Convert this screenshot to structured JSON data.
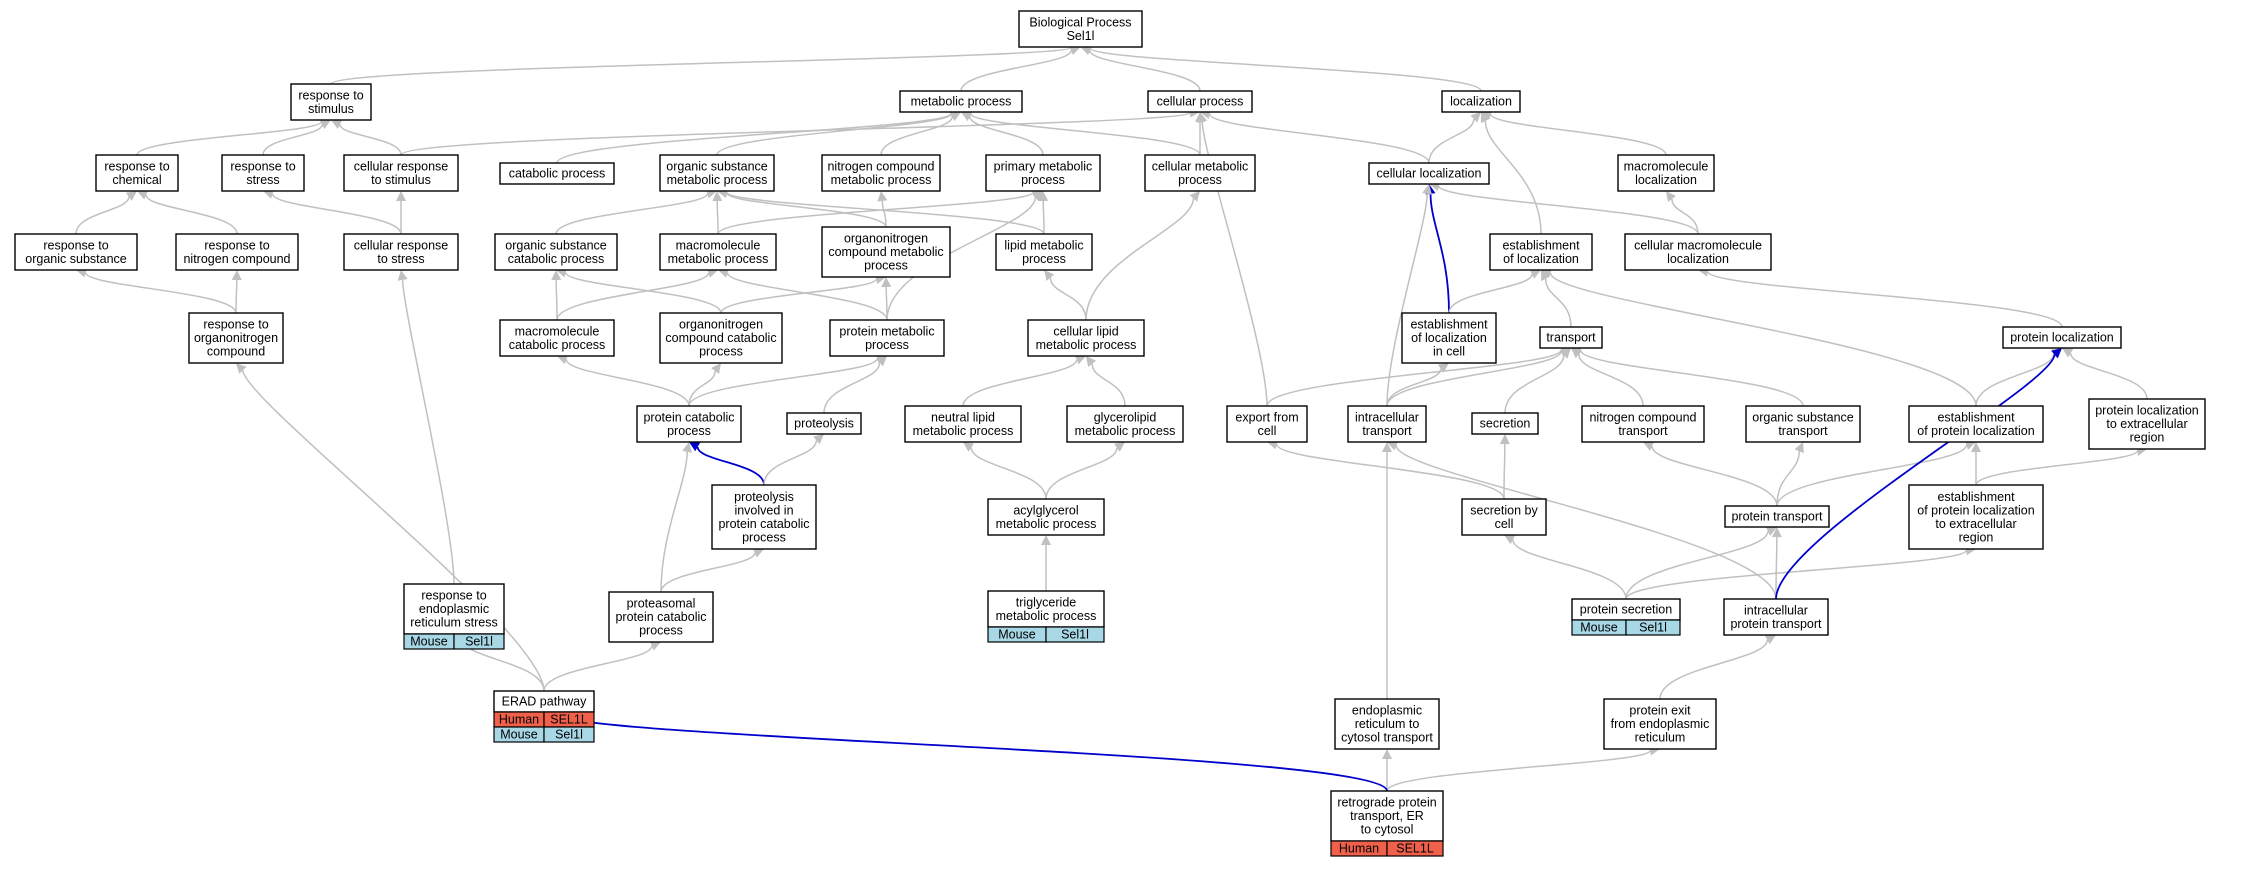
{
  "colors": {
    "human": "#f0604a",
    "mouse": "#a8d8e6",
    "edge": "#c0c0c0",
    "highlight_edge": "#0000cc"
  },
  "nodes": [
    {
      "id": "bp",
      "lines": [
        "Biological Process",
        "Sel1l"
      ]
    },
    {
      "id": "resp_stim",
      "lines": [
        "response to",
        "stimulus"
      ]
    },
    {
      "id": "metab",
      "lines": [
        "metabolic process"
      ]
    },
    {
      "id": "cellproc",
      "lines": [
        "cellular process"
      ]
    },
    {
      "id": "loc",
      "lines": [
        "localization"
      ]
    },
    {
      "id": "resp_chem",
      "lines": [
        "response to",
        "chemical"
      ]
    },
    {
      "id": "resp_stress",
      "lines": [
        "response to",
        "stress"
      ]
    },
    {
      "id": "cell_resp_stim",
      "lines": [
        "cellular response",
        "to stimulus"
      ]
    },
    {
      "id": "catab",
      "lines": [
        "catabolic process"
      ]
    },
    {
      "id": "org_sub_met",
      "lines": [
        "organic substance",
        "metabolic process"
      ]
    },
    {
      "id": "nitro_met",
      "lines": [
        "nitrogen compound",
        "metabolic process"
      ]
    },
    {
      "id": "prim_met",
      "lines": [
        "primary metabolic",
        "process"
      ]
    },
    {
      "id": "cell_met",
      "lines": [
        "cellular metabolic",
        "process"
      ]
    },
    {
      "id": "cell_loc",
      "lines": [
        "cellular localization"
      ]
    },
    {
      "id": "macro_loc",
      "lines": [
        "macromolecule",
        "localization"
      ]
    },
    {
      "id": "resp_org_sub",
      "lines": [
        "response to",
        "organic substance"
      ]
    },
    {
      "id": "resp_nitro",
      "lines": [
        "response to",
        "nitrogen compound"
      ]
    },
    {
      "id": "cell_resp_stress",
      "lines": [
        "cellular response",
        "to stress"
      ]
    },
    {
      "id": "org_sub_cat",
      "lines": [
        "organic substance",
        "catabolic process"
      ]
    },
    {
      "id": "macro_met",
      "lines": [
        "macromolecule",
        "metabolic process"
      ]
    },
    {
      "id": "orgnitro_met",
      "lines": [
        "organonitrogen",
        "compound metabolic",
        "process"
      ]
    },
    {
      "id": "lipid_met",
      "lines": [
        "lipid metabolic",
        "process"
      ]
    },
    {
      "id": "estab_loc",
      "lines": [
        "establishment",
        "of localization"
      ]
    },
    {
      "id": "cell_macro_loc",
      "lines": [
        "cellular macromolecule",
        "localization"
      ]
    },
    {
      "id": "resp_orgnitro",
      "lines": [
        "response to",
        "organonitrogen",
        "compound"
      ]
    },
    {
      "id": "macro_cat",
      "lines": [
        "macromolecule",
        "catabolic process"
      ]
    },
    {
      "id": "orgnitro_cat",
      "lines": [
        "organonitrogen",
        "compound catabolic",
        "process"
      ]
    },
    {
      "id": "prot_met",
      "lines": [
        "protein metabolic",
        "process"
      ]
    },
    {
      "id": "cell_lipid_met",
      "lines": [
        "cellular lipid",
        "metabolic process"
      ]
    },
    {
      "id": "estab_loc_cell",
      "lines": [
        "establishment",
        "of localization",
        "in cell"
      ]
    },
    {
      "id": "transport",
      "lines": [
        "transport"
      ]
    },
    {
      "id": "prot_loc",
      "lines": [
        "protein localization"
      ]
    },
    {
      "id": "prot_cat",
      "lines": [
        "protein catabolic",
        "process"
      ]
    },
    {
      "id": "proteolysis",
      "lines": [
        "proteolysis"
      ]
    },
    {
      "id": "neutral_lipid",
      "lines": [
        "neutral lipid",
        "metabolic process"
      ]
    },
    {
      "id": "glycerolipid",
      "lines": [
        "glycerolipid",
        "metabolic process"
      ]
    },
    {
      "id": "export_cell",
      "lines": [
        "export from",
        "cell"
      ]
    },
    {
      "id": "intracell_trans",
      "lines": [
        "intracellular",
        "transport"
      ]
    },
    {
      "id": "secretion",
      "lines": [
        "secretion"
      ]
    },
    {
      "id": "nitro_trans",
      "lines": [
        "nitrogen compound",
        "transport"
      ]
    },
    {
      "id": "org_sub_trans",
      "lines": [
        "organic substance",
        "transport"
      ]
    },
    {
      "id": "estab_prot_loc",
      "lines": [
        "establishment",
        "of protein localization"
      ]
    },
    {
      "id": "prot_loc_extra",
      "lines": [
        "protein localization",
        "to extracellular",
        "region"
      ]
    },
    {
      "id": "proteolysis_cat",
      "lines": [
        "proteolysis",
        "involved in",
        "protein catabolic",
        "process"
      ]
    },
    {
      "id": "acylglycerol",
      "lines": [
        "acylglycerol",
        "metabolic process"
      ]
    },
    {
      "id": "secr_cell",
      "lines": [
        "secretion by",
        "cell"
      ]
    },
    {
      "id": "prot_trans",
      "lines": [
        "protein transport"
      ]
    },
    {
      "id": "estab_prot_loc_extra",
      "lines": [
        "establishment",
        "of protein localization",
        "to extracellular",
        "region"
      ]
    },
    {
      "id": "resp_er_stress",
      "lines": [
        "response to",
        "endoplasmic",
        "reticulum stress"
      ],
      "tags": [
        [
          "Mouse",
          "Sel1l"
        ]
      ]
    },
    {
      "id": "proteasomal",
      "lines": [
        "proteasomal",
        "protein catabolic",
        "process"
      ]
    },
    {
      "id": "triglyceride",
      "lines": [
        "triglyceride",
        "metabolic process"
      ],
      "tags": [
        [
          "Mouse",
          "Sel1l"
        ]
      ]
    },
    {
      "id": "prot_secretion",
      "lines": [
        "protein secretion"
      ],
      "tags": [
        [
          "Mouse",
          "Sel1l"
        ]
      ]
    },
    {
      "id": "intracell_prot_trans",
      "lines": [
        "intracellular",
        "protein transport"
      ]
    },
    {
      "id": "erad",
      "lines": [
        "ERAD pathway"
      ],
      "tags": [
        [
          "Human",
          "SEL1L"
        ],
        [
          "Mouse",
          "Sel1l"
        ]
      ]
    },
    {
      "id": "er_cytosol",
      "lines": [
        "endoplasmic",
        "reticulum to",
        "cytosol transport"
      ]
    },
    {
      "id": "prot_exit_er",
      "lines": [
        "protein exit",
        "from endoplasmic",
        "reticulum"
      ]
    },
    {
      "id": "retro",
      "lines": [
        "retrograde protein",
        "transport, ER",
        "to cytosol"
      ],
      "tags": [
        [
          "Human",
          "SEL1L"
        ]
      ]
    }
  ]
}
